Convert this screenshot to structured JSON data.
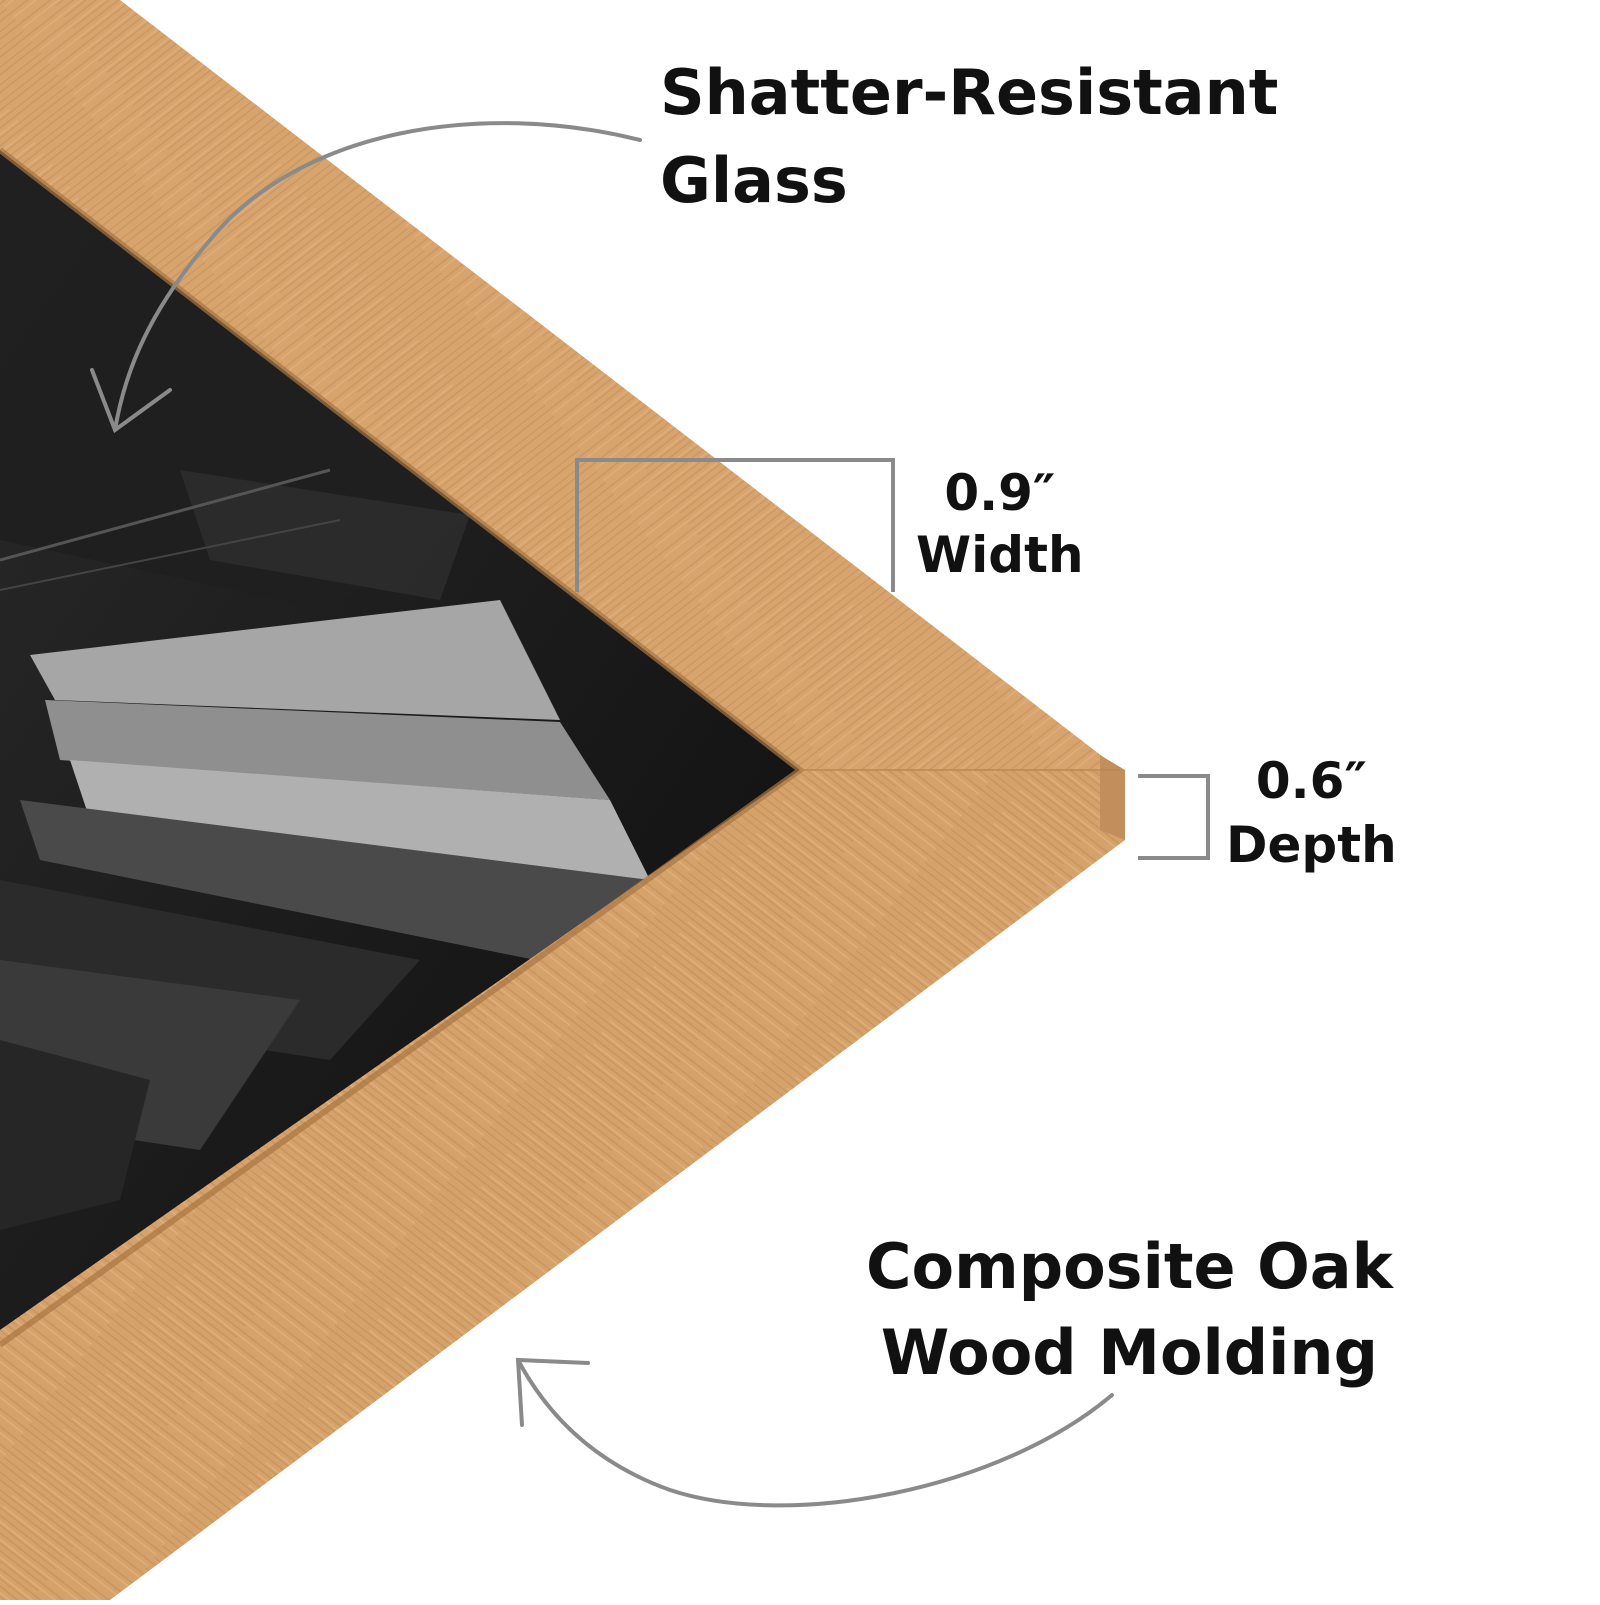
{
  "callouts": {
    "glass": {
      "line1": "Shatter-Resistant",
      "line2": "Glass"
    },
    "width": {
      "value": "0.9″",
      "label": "Width"
    },
    "depth": {
      "value": "0.6″",
      "label": "Depth"
    },
    "molding": {
      "line1": "Composite Oak",
      "line2": "Wood Molding"
    }
  },
  "colors": {
    "frame_wood": "#d6a06a",
    "frame_grain": "#b98552",
    "print_dark": "#161616",
    "print_light": "#9a9a9a",
    "annotation_gray": "#8a8a8a",
    "text": "#111111",
    "background": "#ffffff"
  }
}
